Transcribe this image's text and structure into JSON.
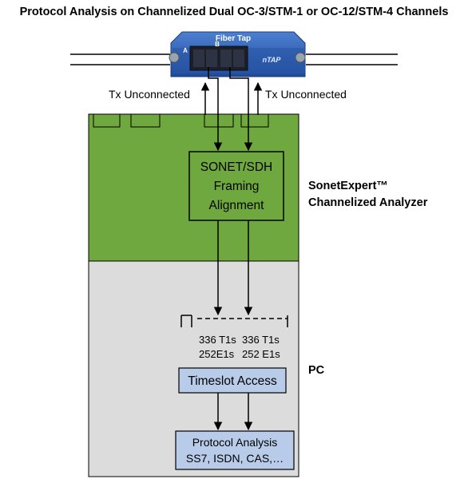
{
  "title": "Protocol Analysis on Channelized Dual OC-3/STM-1 or OC-12/STM-4 Channels",
  "fiber_tap": {
    "label": "Fiber Tap",
    "port_a": "A",
    "port_b": "B",
    "logo": "nTAP"
  },
  "tx_left": "Tx Unconnected",
  "tx_right": "Tx Unconnected",
  "framing_box": [
    "SONET/SDH",
    "Framing",
    "Alignment"
  ],
  "analyzer_label": [
    "SonetExpert™",
    "Channelized Analyzer"
  ],
  "channels": {
    "left": [
      "336 T1s",
      "252E1s"
    ],
    "right": [
      "336 T1s",
      "252 E1s"
    ]
  },
  "pc_label": "PC",
  "timeslot_box": "Timeslot Access",
  "protocol_box": [
    "Protocol Analysis",
    "SS7, ISDN, CAS,…"
  ],
  "colors": {
    "analyzer_green": "#6ea83e",
    "pc_gray": "#dcdcdc",
    "box_blue": "#b8cbe8",
    "tap_blue": "#2f5fb3"
  }
}
